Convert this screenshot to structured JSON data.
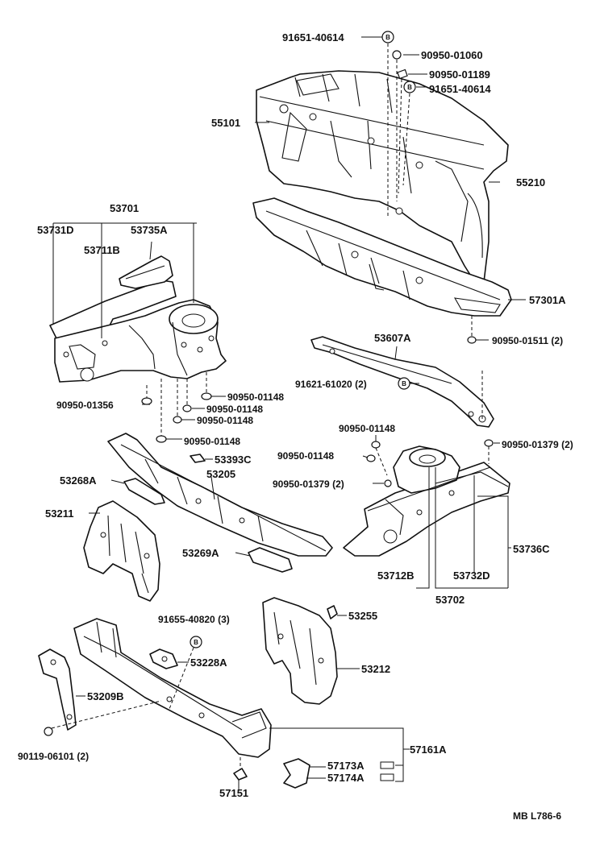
{
  "diagram_code": "MB L786-6",
  "badge_letter": "B",
  "labels": {
    "p91651_40614_top": "91651-40614",
    "p90950_01060": "90950-01060",
    "p90950_01189": "90950-01189",
    "p91651_40614_mid": "91651-40614",
    "p55101": "55101",
    "p55210": "55210",
    "p53701": "53701",
    "p53731D": "53731D",
    "p53735A": "53735A",
    "p53711B": "53711B",
    "p57301A": "57301A",
    "p53607A": "53607A",
    "p90950_01511": "90950-01511 (2)",
    "p91621_61020": "91621-61020 (2)",
    "p90950_01356": "90950-01356",
    "p90950_01148_a": "90950-01148",
    "p90950_01148_b": "90950-01148",
    "p90950_01148_c": "90950-01148",
    "p90950_01148_d": "90950-01148",
    "p90950_01148_e": "90950-01148",
    "p90950_01148_f": "90950-01148",
    "p90950_01379_r": "90950-01379 (2)",
    "p90950_01379_l": "90950-01379 (2)",
    "p53393C": "53393C",
    "p53205": "53205",
    "p53268A": "53268A",
    "p53211": "53211",
    "p53269A": "53269A",
    "p53736C": "53736C",
    "p53712B": "53712B",
    "p53732D": "53732D",
    "p53702": "53702",
    "p91655_40820": "91655-40820 (3)",
    "p53255": "53255",
    "p53228A": "53228A",
    "p53212": "53212",
    "p53209B": "53209B",
    "p57161A": "57161A",
    "p90119_06101": "90119-06101 (2)",
    "p57173A": "57173A",
    "p57174A": "57174A",
    "p57151": "57151"
  }
}
